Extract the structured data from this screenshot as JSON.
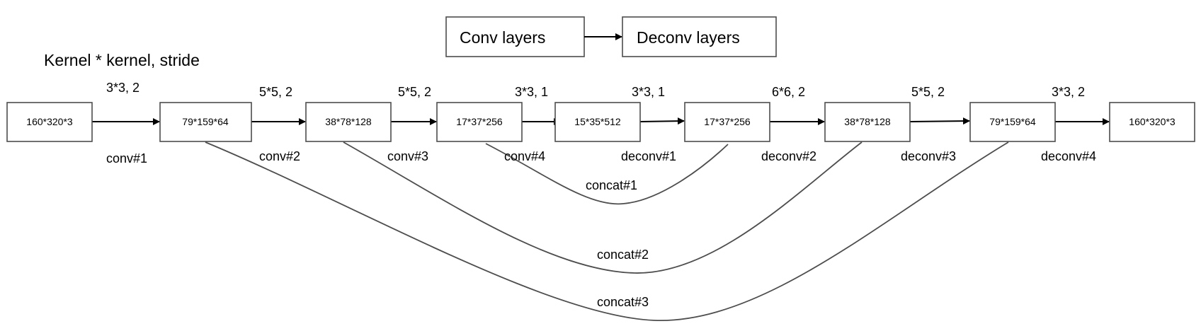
{
  "legend": {
    "conv_label": "Conv layers",
    "deconv_label": "Deconv layers"
  },
  "header": {
    "title": "Kernel * kernel, stride"
  },
  "nodes": [
    {
      "id": "input",
      "label": "160*320*3"
    },
    {
      "id": "c1",
      "label": "79*159*64"
    },
    {
      "id": "c2",
      "label": "38*78*128"
    },
    {
      "id": "c3",
      "label": "17*37*256"
    },
    {
      "id": "c4",
      "label": "15*35*512"
    },
    {
      "id": "d1",
      "label": "17*37*256"
    },
    {
      "id": "d2",
      "label": "38*78*128"
    },
    {
      "id": "d3",
      "label": "79*159*64"
    },
    {
      "id": "output",
      "label": "160*320*3"
    }
  ],
  "edges": [
    {
      "from": "input",
      "to": "c1",
      "params": "3*3, 2",
      "name": "conv#1"
    },
    {
      "from": "c1",
      "to": "c2",
      "params": "5*5, 2",
      "name": "conv#2"
    },
    {
      "from": "c2",
      "to": "c3",
      "params": "5*5, 2",
      "name": "conv#3"
    },
    {
      "from": "c3",
      "to": "c4",
      "params": "3*3, 1",
      "name": "conv#4"
    },
    {
      "from": "c4",
      "to": "d1",
      "params": "3*3, 1",
      "name": "deconv#1"
    },
    {
      "from": "d1",
      "to": "d2",
      "params": "6*6, 2",
      "name": "deconv#2"
    },
    {
      "from": "d2",
      "to": "d3",
      "params": "5*5, 2",
      "name": "deconv#3"
    },
    {
      "from": "d3",
      "to": "output",
      "params": "3*3, 2",
      "name": "deconv#4"
    }
  ],
  "skips": [
    {
      "from": "c3",
      "to": "d1",
      "label": "concat#1"
    },
    {
      "from": "c2",
      "to": "d2",
      "label": "concat#2"
    },
    {
      "from": "c1",
      "to": "d3",
      "label": "concat#3"
    }
  ]
}
